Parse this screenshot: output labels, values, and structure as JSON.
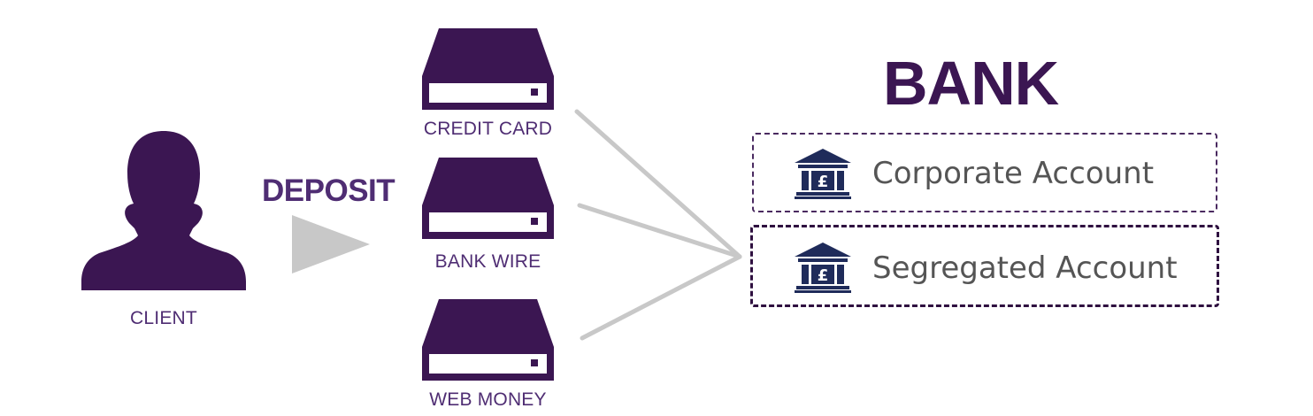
{
  "client": {
    "label": "CLIENT"
  },
  "deposit": {
    "label": "DEPOSIT"
  },
  "methods": [
    {
      "label": "CREDIT CARD"
    },
    {
      "label": "BANK WIRE"
    },
    {
      "label": "WEB MONEY"
    }
  ],
  "bank": {
    "title": "BANK",
    "accounts": [
      {
        "label": "Corporate Account",
        "icon": "bank-building-icon"
      },
      {
        "label": "Segregated Account",
        "icon": "bank-building-icon"
      }
    ]
  },
  "colors": {
    "primary": "#3b1652",
    "label": "#4f2d73",
    "arrow": "#c8c8c8",
    "accountIcon": "#1f2b5a"
  }
}
